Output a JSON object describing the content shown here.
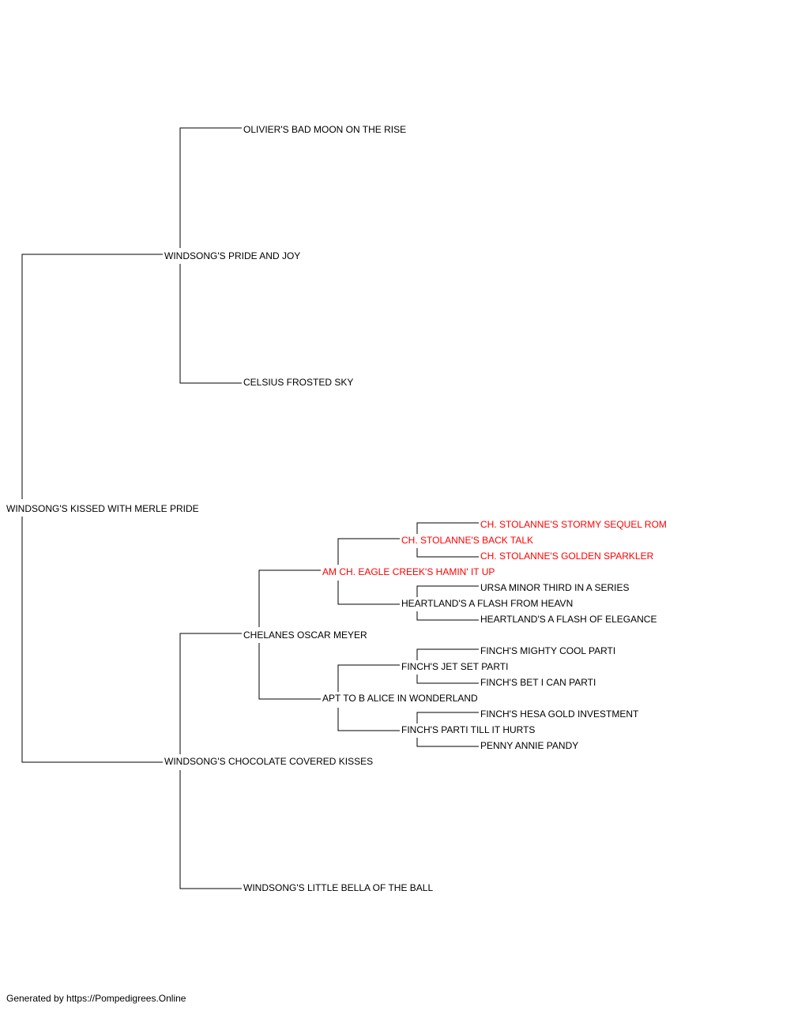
{
  "colors": {
    "text": "#000000",
    "highlight": "#ff0000",
    "line": "#000000"
  },
  "pedigree": {
    "subject": "WINDSONG'S KISSED WITH MERLE PRIDE",
    "sire": {
      "name": "WINDSONG'S PRIDE AND JOY",
      "sire": {
        "name": "OLIVIER'S BAD MOON ON THE RISE"
      },
      "dam": {
        "name": "CELSIUS FROSTED SKY"
      }
    },
    "dam": {
      "name": "WINDSONG'S CHOCOLATE COVERED KISSES",
      "sire": {
        "name": "CHELANES OSCAR MEYER",
        "sire": {
          "name": "AM CH. EAGLE CREEK'S HAMIN' IT UP",
          "champion": true,
          "sire": {
            "name": "CH. STOLANNE'S BACK TALK",
            "champion": true,
            "sire": {
              "name": "CH. STOLANNE'S STORMY SEQUEL ROM",
              "champion": true
            },
            "dam": {
              "name": "CH. STOLANNE'S GOLDEN SPARKLER",
              "champion": true
            }
          },
          "dam": {
            "name": "HEARTLAND'S A FLASH FROM HEAVN",
            "sire": {
              "name": "URSA MINOR THIRD IN A SERIES"
            },
            "dam": {
              "name": "HEARTLAND'S A FLASH OF ELEGANCE"
            }
          }
        },
        "dam": {
          "name": "APT TO B ALICE IN WONDERLAND",
          "sire": {
            "name": "FINCH'S JET SET PARTI",
            "sire": {
              "name": "FINCH'S MIGHTY COOL PARTI"
            },
            "dam": {
              "name": "FINCH'S BET I CAN PARTI"
            }
          },
          "dam": {
            "name": "FINCH'S PARTI TILL IT HURTS",
            "sire": {
              "name": "FINCH'S HESA GOLD INVESTMENT"
            },
            "dam": {
              "name": "PENNY ANNIE PANDY"
            }
          }
        }
      },
      "dam": {
        "name": "WINDSONG'S LITTLE BELLA OF THE BALL"
      }
    }
  },
  "footer": "Generated by https://Pompedigrees.Online"
}
